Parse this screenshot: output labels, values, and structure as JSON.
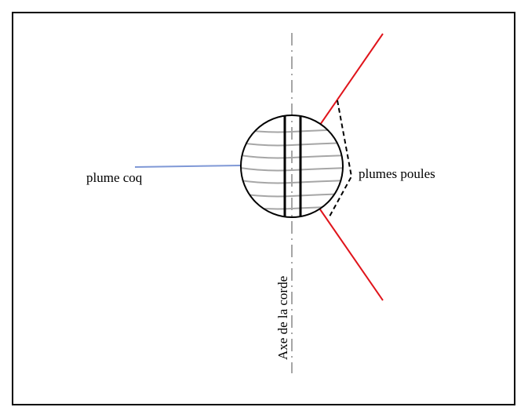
{
  "labels": {
    "plume_coq": "plume coq",
    "plumes_poules": "plumes poules",
    "axe": "Axe de la corde"
  },
  "colors": {
    "plume_coq_line": "#7f98d6",
    "plumes_poules_lines": "#e0141b",
    "dashed_lines": "#000000",
    "axis_line": "#a6a6a6",
    "stripes": "#a6a6a6",
    "frame": "#000000"
  }
}
